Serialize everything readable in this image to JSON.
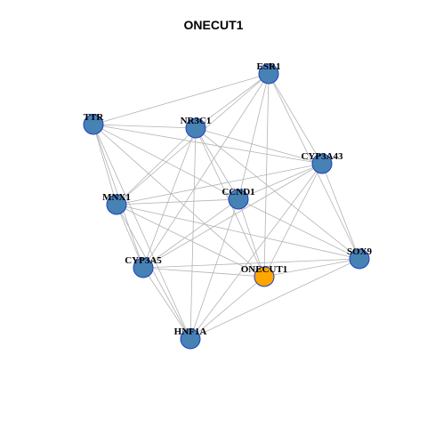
{
  "title": "ONECUT1",
  "colors": {
    "node_fill": "#4682B4",
    "focus_fill": "#FFA500",
    "node_stroke": "#1F3FBF",
    "edge": "#B3B3B3"
  },
  "nodes": [
    {
      "id": "ESR1",
      "label": "ESR1",
      "focus": false
    },
    {
      "id": "TTR",
      "label": "TTR",
      "focus": false
    },
    {
      "id": "NR3C1",
      "label": "NR3C1",
      "focus": false
    },
    {
      "id": "CYP3A43",
      "label": "CYP3A43",
      "focus": false
    },
    {
      "id": "CCND1",
      "label": "CCND1",
      "focus": false
    },
    {
      "id": "MNX1",
      "label": "MNX1",
      "focus": false
    },
    {
      "id": "SOX9",
      "label": "SOX9",
      "focus": false
    },
    {
      "id": "CYP3A5",
      "label": "CYP3A5",
      "focus": false
    },
    {
      "id": "ONECUT1",
      "label": "ONECUT1",
      "focus": true
    },
    {
      "id": "HNF1A",
      "label": "HNF1A",
      "focus": false
    }
  ],
  "edges": [
    [
      "TTR",
      "ESR1"
    ],
    [
      "TTR",
      "NR3C1"
    ],
    [
      "TTR",
      "CYP3A43"
    ],
    [
      "TTR",
      "CCND1"
    ],
    [
      "TTR",
      "MNX1"
    ],
    [
      "TTR",
      "CYP3A5"
    ],
    [
      "TTR",
      "ONECUT1"
    ],
    [
      "TTR",
      "HNF1A"
    ],
    [
      "ESR1",
      "NR3C1"
    ],
    [
      "ESR1",
      "CYP3A43"
    ],
    [
      "ESR1",
      "CCND1"
    ],
    [
      "ESR1",
      "MNX1"
    ],
    [
      "ESR1",
      "SOX9"
    ],
    [
      "ESR1",
      "CYP3A5"
    ],
    [
      "ESR1",
      "ONECUT1"
    ],
    [
      "NR3C1",
      "CYP3A43"
    ],
    [
      "NR3C1",
      "CCND1"
    ],
    [
      "NR3C1",
      "MNX1"
    ],
    [
      "NR3C1",
      "CYP3A5"
    ],
    [
      "NR3C1",
      "ONECUT1"
    ],
    [
      "NR3C1",
      "HNF1A"
    ],
    [
      "NR3C1",
      "SOX9"
    ],
    [
      "CYP3A43",
      "CCND1"
    ],
    [
      "CYP3A43",
      "MNX1"
    ],
    [
      "CYP3A43",
      "SOX9"
    ],
    [
      "CYP3A43",
      "CYP3A5"
    ],
    [
      "CYP3A43",
      "ONECUT1"
    ],
    [
      "CYP3A43",
      "HNF1A"
    ],
    [
      "CCND1",
      "MNX1"
    ],
    [
      "CCND1",
      "SOX9"
    ],
    [
      "CCND1",
      "CYP3A5"
    ],
    [
      "CCND1",
      "ONECUT1"
    ],
    [
      "CCND1",
      "HNF1A"
    ],
    [
      "MNX1",
      "SOX9"
    ],
    [
      "MNX1",
      "CYP3A5"
    ],
    [
      "MNX1",
      "ONECUT1"
    ],
    [
      "MNX1",
      "HNF1A"
    ],
    [
      "CYP3A5",
      "SOX9"
    ],
    [
      "CYP3A5",
      "ONECUT1"
    ],
    [
      "CYP3A5",
      "HNF1A"
    ],
    [
      "SOX9",
      "ONECUT1"
    ],
    [
      "SOX9",
      "HNF1A"
    ],
    [
      "ONECUT1",
      "HNF1A"
    ]
  ]
}
